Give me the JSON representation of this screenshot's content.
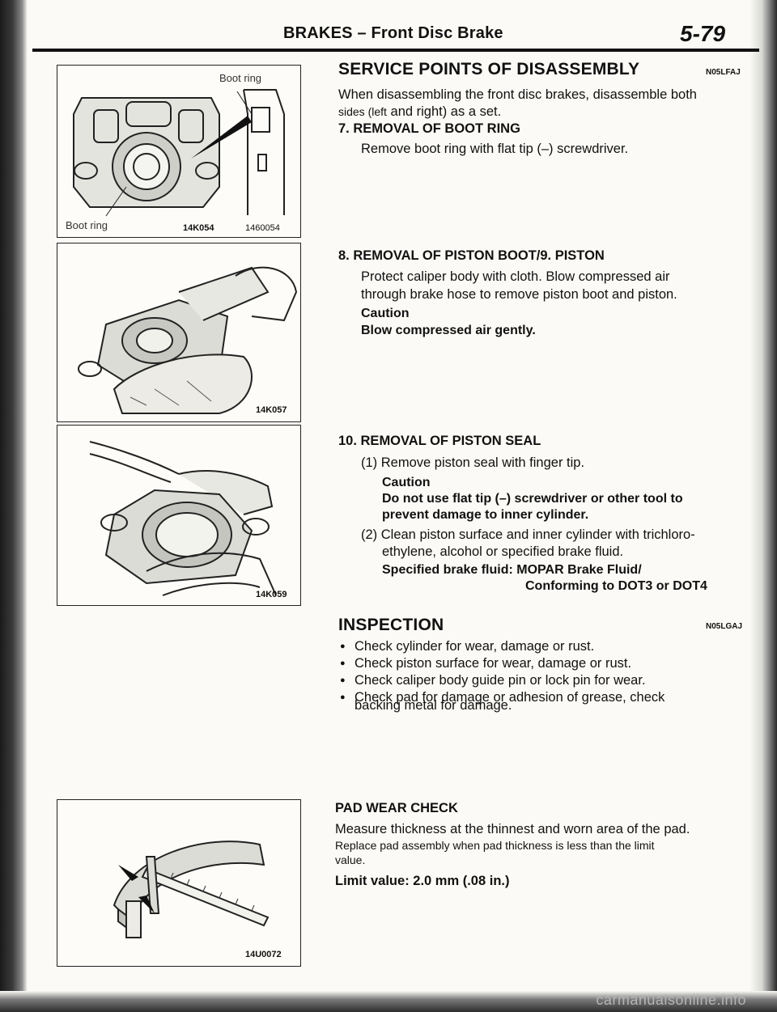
{
  "header": {
    "title": "BRAKES – Front Disc Brake",
    "page": "5-79"
  },
  "figures": [
    {
      "labels": [
        "Boot ring",
        "Boot ring"
      ],
      "codes": [
        "14K054",
        "1460054"
      ]
    },
    {
      "code": "14K057"
    },
    {
      "code": "14K059"
    },
    {
      "code": "14U0072"
    }
  ],
  "disassembly": {
    "title": "SERVICE POINTS OF DISASSEMBLY",
    "code": "N05LFAJ",
    "intro_line1": "When disassembling the front disc brakes, disassemble both",
    "intro_line2_small": "sides (left",
    "intro_line2_rest": "and right) as a set.",
    "step7_title": "7. REMOVAL OF BOOT RING",
    "step7_text": "Remove boot ring with flat tip (–) screwdriver.",
    "step8_title": "8. REMOVAL OF PISTON BOOT/9. PISTON",
    "step8_text1": "Protect caliper body with cloth. Blow compressed air",
    "step8_text2": "through brake hose to remove piston boot and piston.",
    "step8_caution_label": "Caution",
    "step8_caution_text": "Blow compressed air gently.",
    "step10_title": "10. REMOVAL OF PISTON SEAL",
    "step10_item1": "(1) Remove piston seal with finger tip.",
    "step10_caution_label": "Caution",
    "step10_caution_line1": "Do not use flat tip (–) screwdriver or other tool to",
    "step10_caution_line2": "prevent damage to inner cylinder.",
    "step10_item2_line1": "(2) Clean piston surface and inner cylinder with trichloro-",
    "step10_item2_line2": "ethylene, alcohol or specified brake fluid.",
    "fluid_line1": "Specified brake fluid: MOPAR Brake Fluid/",
    "fluid_line2": "Conforming to DOT3 or DOT4"
  },
  "inspection": {
    "title": "INSPECTION",
    "code": "N05LGAJ",
    "items": [
      "Check cylinder for wear, damage or rust.",
      "Check piston surface for wear, damage or rust.",
      "Check caliper body guide pin or lock pin for wear.",
      "Check pad for damage or adhesion of grease, check"
    ],
    "item4_cont": "backing metal for damage."
  },
  "pad_wear": {
    "title": "PAD WEAR CHECK",
    "text1": "Measure thickness at the thinnest and worn area of the pad.",
    "text2_line1": "Replace pad assembly when pad thickness is less than the limit",
    "text2_line2": "value.",
    "limit": "Limit value: 2.0 mm (.08 in.)"
  },
  "watermark": "carmanualsonline.info"
}
